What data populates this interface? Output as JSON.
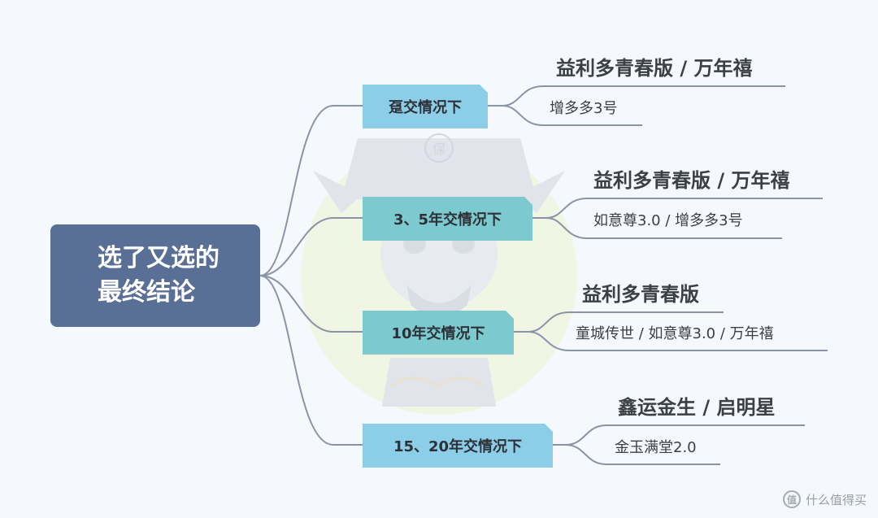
{
  "root": {
    "line1": "选了又选的",
    "line2": "最终结论"
  },
  "branches": [
    {
      "label": "趸交情况下",
      "primary": "益利多青春版 / 万年禧",
      "secondary": "增多多3号"
    },
    {
      "label": "3、5年交情况下",
      "primary": "益利多青春版 / 万年禧",
      "secondary": "如意尊3.0 / 增多多3号"
    },
    {
      "label": "10年交情况下",
      "primary": "益利多青春版",
      "secondary": "童城传世  / 如意尊3.0 / 万年禧"
    },
    {
      "label": "15、20年交情况下",
      "primary": "鑫运金生 / 启明星",
      "secondary": "金玉满堂2.0"
    }
  ],
  "watermark": {
    "text": "什么值得买",
    "icon": "zhi-logo-icon"
  },
  "mascot_seal_text": "保",
  "colors": {
    "root": "#5a6f96",
    "branch_blue": "#8ccde8",
    "branch_teal": "#7cc9cf",
    "connector": "#8a94a6"
  }
}
